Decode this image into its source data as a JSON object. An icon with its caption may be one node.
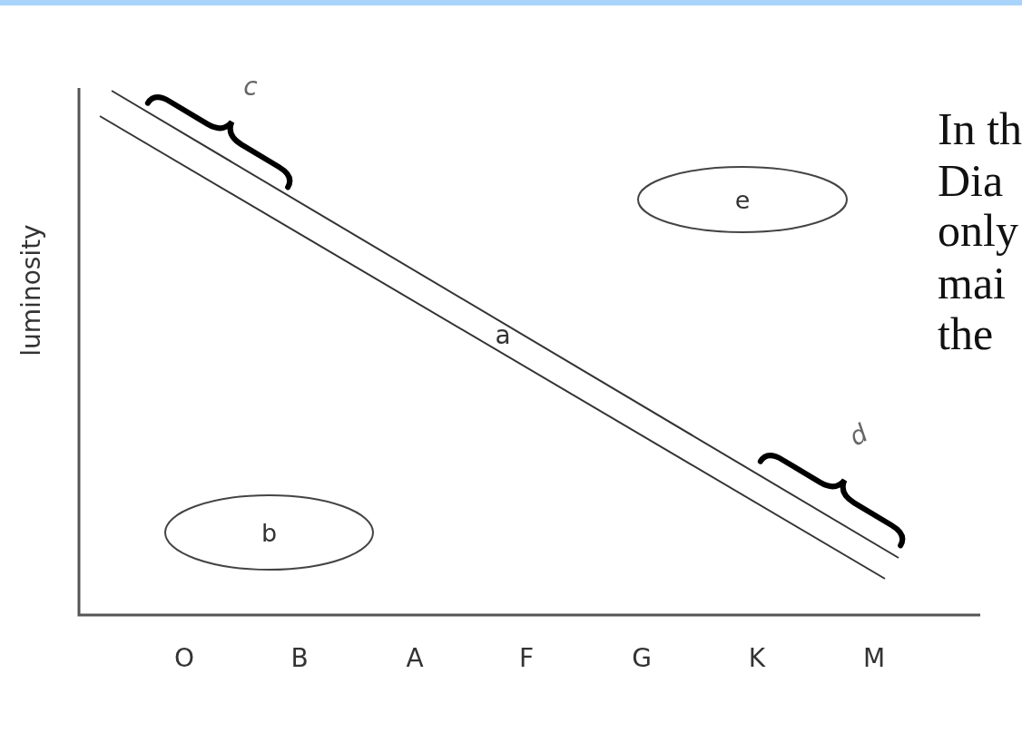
{
  "diagram": {
    "nodes": [
      {
        "text": [
          "e"
        ]
      },
      {
        "text": [
          "b"
        ]
      }
    ],
    "edges": [],
    "labels": [
      "c",
      "luminosity",
      "a",
      "d",
      "O",
      "B",
      "A",
      "F",
      "G",
      "K",
      "M",
      "In th",
      "Dia",
      "only",
      "mai",
      "the"
    ]
  }
}
